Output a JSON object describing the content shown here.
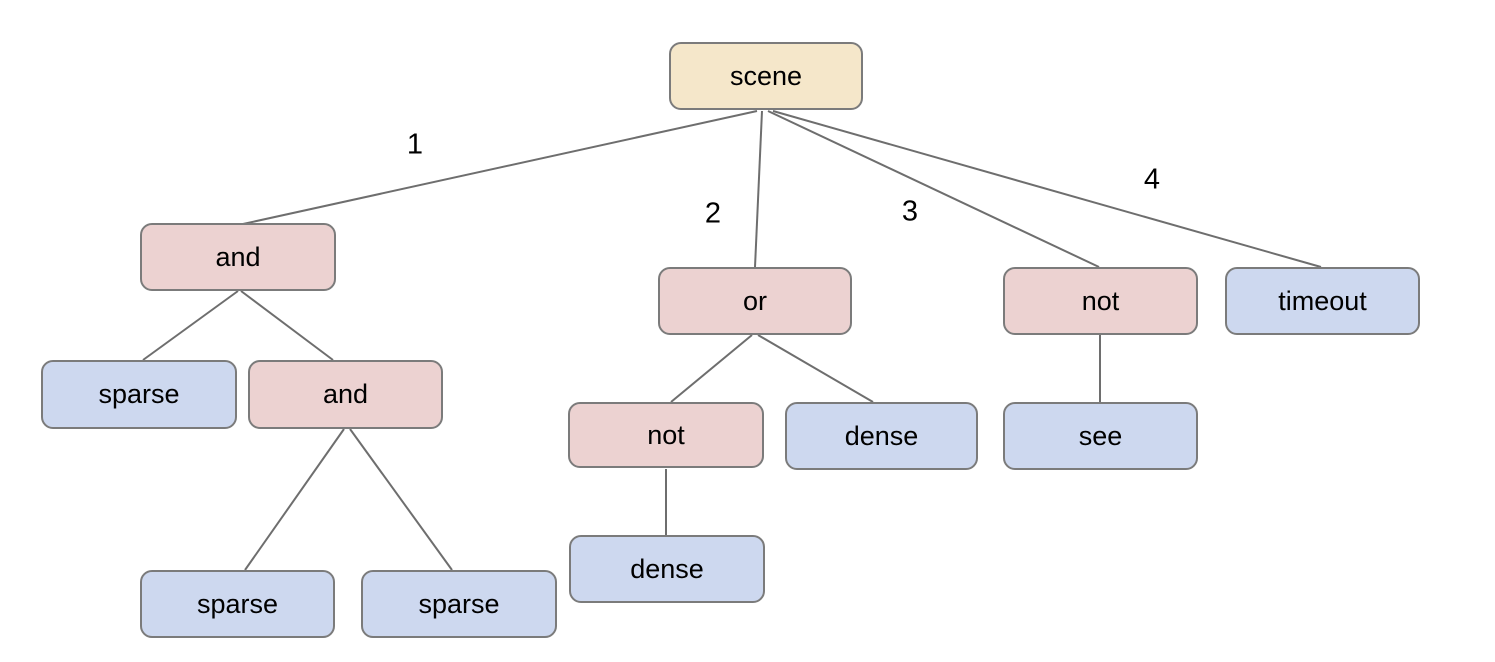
{
  "diagram": {
    "type": "tree",
    "colors": {
      "root_fill": "#f5e7ca",
      "operator_fill": "#ecd2d1",
      "leaf_fill": "#cdd8ef",
      "node_border": "#7b7b7b",
      "edge_line": "#6e6e6e",
      "text": "#000000",
      "background": "#ffffff"
    },
    "nodes": {
      "scene": {
        "label": "scene",
        "type": "root"
      },
      "and1": {
        "label": "and",
        "type": "operator"
      },
      "or1": {
        "label": "or",
        "type": "operator"
      },
      "not1": {
        "label": "not",
        "type": "operator"
      },
      "timeout1": {
        "label": "timeout",
        "type": "leaf"
      },
      "sparse1": {
        "label": "sparse",
        "type": "leaf"
      },
      "and2": {
        "label": "and",
        "type": "operator"
      },
      "sparse2": {
        "label": "sparse",
        "type": "leaf"
      },
      "sparse3": {
        "label": "sparse",
        "type": "leaf"
      },
      "not2": {
        "label": "not",
        "type": "operator"
      },
      "dense1": {
        "label": "dense",
        "type": "leaf"
      },
      "dense2": {
        "label": "dense",
        "type": "leaf"
      },
      "see1": {
        "label": "see",
        "type": "leaf"
      }
    },
    "edges": [
      {
        "from": "scene",
        "to": "and1",
        "label": "1"
      },
      {
        "from": "scene",
        "to": "or1",
        "label": "2"
      },
      {
        "from": "scene",
        "to": "not1",
        "label": "3"
      },
      {
        "from": "scene",
        "to": "timeout1",
        "label": "4"
      },
      {
        "from": "and1",
        "to": "sparse1",
        "label": ""
      },
      {
        "from": "and1",
        "to": "and2",
        "label": ""
      },
      {
        "from": "and2",
        "to": "sparse2",
        "label": ""
      },
      {
        "from": "and2",
        "to": "sparse3",
        "label": ""
      },
      {
        "from": "or1",
        "to": "not2",
        "label": ""
      },
      {
        "from": "or1",
        "to": "dense1",
        "label": ""
      },
      {
        "from": "not2",
        "to": "dense2",
        "label": ""
      },
      {
        "from": "not1",
        "to": "see1",
        "label": ""
      }
    ]
  }
}
